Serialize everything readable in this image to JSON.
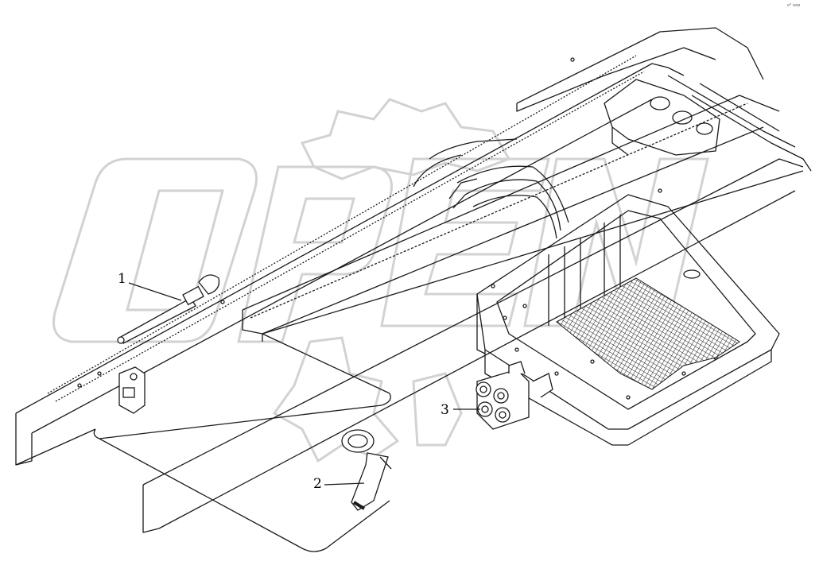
{
  "drawing": {
    "callouts": [
      {
        "label": "1",
        "part": "valve-rod"
      },
      {
        "label": "2",
        "part": "lever-handle"
      },
      {
        "label": "3",
        "part": "connector-block"
      }
    ],
    "watermark_text": "OPEN",
    "corner_mark": "o° ooo",
    "colors": {
      "line": "#1a1a1a",
      "watermark": "#d2d2d2",
      "background": "#ffffff"
    }
  }
}
